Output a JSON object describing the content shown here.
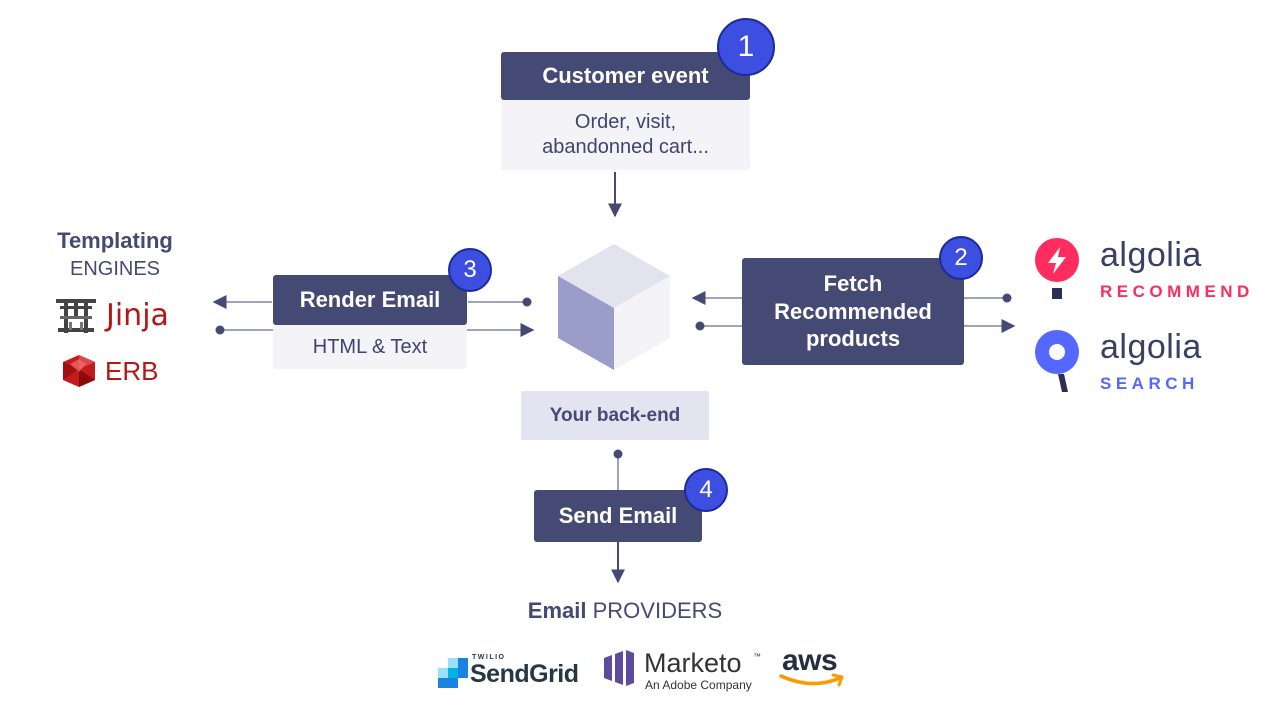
{
  "customer_event": {
    "title": "Customer event",
    "line1": "Order, visit,",
    "line2": "abandonned cart...",
    "step": "1"
  },
  "fetch": {
    "line1": "Fetch",
    "line2": "Recommended",
    "line3": "products",
    "step": "2"
  },
  "render": {
    "title": "Render Email",
    "subtitle": "HTML & Text",
    "step": "3"
  },
  "send": {
    "title": "Send Email",
    "step": "4"
  },
  "backend": {
    "label": "Your back-end"
  },
  "templating": {
    "title": "Templating",
    "subtitle": "ENGINES",
    "engines": [
      "Jinja",
      "ERB"
    ]
  },
  "providers": {
    "title_strong": "Email",
    "title_light": "PROVIDERS",
    "sendgrid_top": "TWILIO",
    "sendgrid": "SendGrid",
    "marketo": "Marketo",
    "marketo_tm": "™",
    "marketo_sub": "An Adobe Company",
    "aws": "aws"
  },
  "algolia": {
    "recommend_word": "algolia",
    "recommend_sub": "RECOMMEND",
    "search_word": "algolia",
    "search_sub": "SEARCH"
  },
  "colors": {
    "box_dark": "#454a75",
    "box_light": "#f4f4f8",
    "badge": "#3c4fe0",
    "recommend_pink": "#ff2d5f",
    "search_blue": "#5468ff",
    "jinja_red": "#b41717"
  }
}
